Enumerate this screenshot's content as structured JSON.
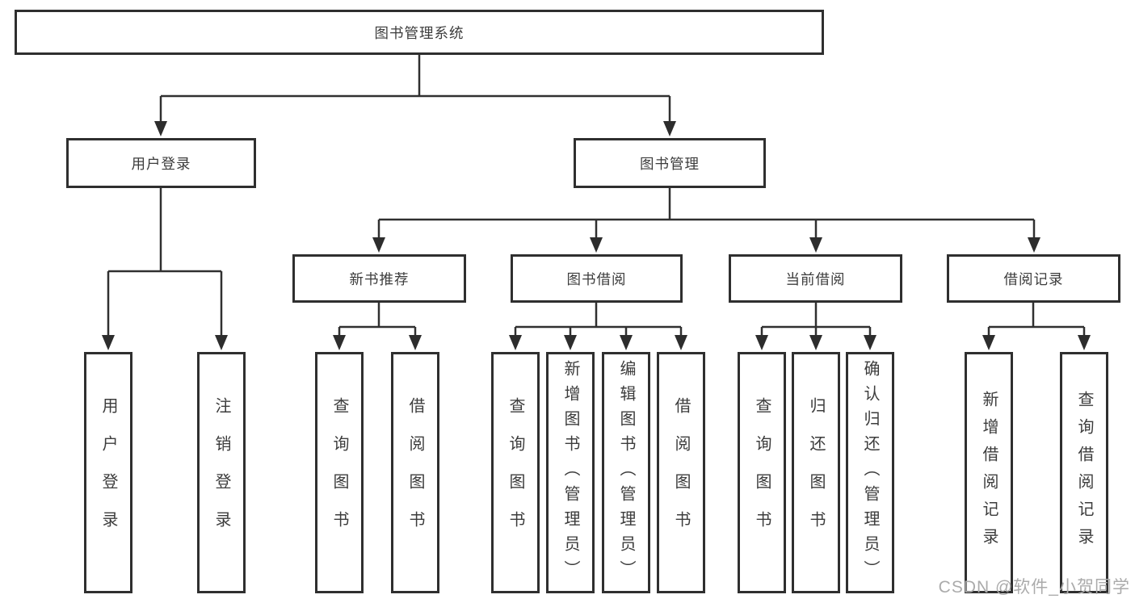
{
  "diagram": {
    "root": {
      "label": "图书管理系统"
    },
    "level2": [
      {
        "label": "用户登录"
      },
      {
        "label": "图书管理"
      }
    ],
    "level3": [
      {
        "label": "新书推荐"
      },
      {
        "label": "图书借阅"
      },
      {
        "label": "当前借阅"
      },
      {
        "label": "借阅记录"
      }
    ],
    "leaves": {
      "user_login": [
        {
          "label": "用户登录"
        },
        {
          "label": "注销登录"
        }
      ],
      "new_book_recommend": [
        {
          "label": "查询图书"
        },
        {
          "label": "借阅图书"
        }
      ],
      "book_borrow": [
        {
          "label": "查询图书"
        },
        {
          "label": "新增图书（管理员）"
        },
        {
          "label": "编辑图书（管理员）"
        },
        {
          "label": "借阅图书"
        }
      ],
      "current_borrow": [
        {
          "label": "查询图书"
        },
        {
          "label": "归还图书"
        },
        {
          "label": "确认归还（管理员）"
        }
      ],
      "borrow_records": [
        {
          "label": "新增借阅记录"
        },
        {
          "label": "查询借阅记录"
        }
      ]
    },
    "watermark": "CSDN @软件_小贺同学",
    "colors": {
      "line": "#303030",
      "text": "#3c3c3c",
      "background": "#ffffff",
      "watermark": "#ababab"
    }
  }
}
